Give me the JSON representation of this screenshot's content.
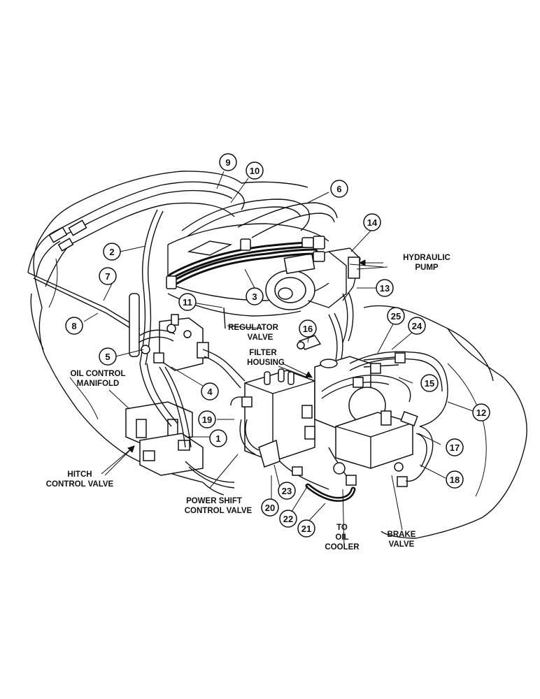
{
  "callouts": [
    "1",
    "2",
    "3",
    "4",
    "5",
    "6",
    "7",
    "8",
    "9",
    "10",
    "11",
    "12",
    "13",
    "14",
    "15",
    "16",
    "17",
    "18",
    "19",
    "20",
    "21",
    "22",
    "23",
    "24",
    "25"
  ],
  "labels": {
    "hydraulic_pump": [
      "HYDRAULIC",
      "PUMP"
    ],
    "regulator_valve": [
      "REGULATOR",
      "VALVE"
    ],
    "filter_housing": [
      "FILTER",
      "HOUSING"
    ],
    "oil_control_manifold": [
      "OIL CONTROL",
      "MANIFOLD"
    ],
    "hitch_control_valve": [
      "HITCH",
      "CONTROL VALVE"
    ],
    "power_shift_control_valve": [
      "POWER SHIFT",
      "CONTROL VALVE"
    ],
    "to_oil_cooler": [
      "TO",
      "OIL",
      "COOLER"
    ],
    "brake_valve": [
      "BRAKE",
      "VALVE"
    ]
  }
}
